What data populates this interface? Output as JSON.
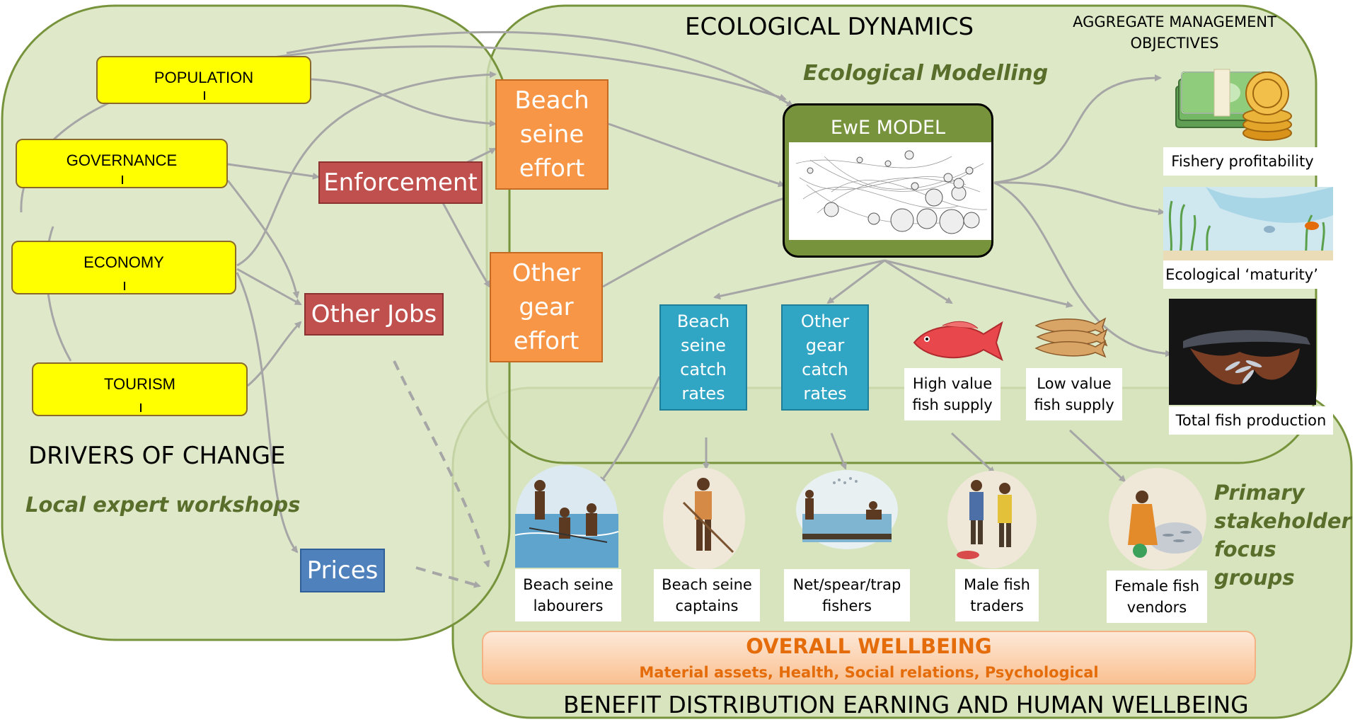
{
  "regions": {
    "drivers_title": "DRIVERS OF CHANGE",
    "drivers_subtitle": "Local expert workshops",
    "ecological_title": "ECOLOGICAL DYNAMICS",
    "ecological_subtitle": "Ecological Modelling",
    "benefit_title": "BENEFIT DISTRIBUTION EARNING AND HUMAN WELLBEING",
    "stakeholder_subtitle": "Primary stakeholder focus groups"
  },
  "drivers": [
    {
      "label": "POPULATION"
    },
    {
      "label": "GOVERNANCE"
    },
    {
      "label": "ECONOMY"
    },
    {
      "label": "TOURISM"
    }
  ],
  "mediators": {
    "enforcement": "Enforcement",
    "other_jobs": "Other Jobs",
    "prices": "Prices"
  },
  "efforts": {
    "beach_seine": "Beach seine effort",
    "other_gear": "Other gear effort"
  },
  "model": {
    "title": "EwE MODEL"
  },
  "aggregate": {
    "title": "AGGREGATE MANAGEMENT OBJECTIVES",
    "items": [
      {
        "label": "Fishery profitability"
      },
      {
        "label": "Ecological ‘maturity’"
      },
      {
        "label": "Total fish production"
      }
    ]
  },
  "catch_rates": {
    "beach_seine": "Beach seine catch rates",
    "other_gear": "Other gear catch rates"
  },
  "supply": {
    "high": "High value fish supply",
    "low": "Low value fish supply"
  },
  "stakeholders": [
    {
      "label": "Beach seine labourers"
    },
    {
      "label": "Beach seine captains"
    },
    {
      "label": "Net/spear/trap fishers"
    },
    {
      "label": "Male fish traders"
    },
    {
      "label": "Female fish vendors"
    }
  ],
  "wellbeing": {
    "title": "OVERALL WELLBEING",
    "subtitle": "Material assets, Health, Social relations, Psychological"
  },
  "colors": {
    "region_fill": "#d7e4bd",
    "region_border": "#77933c",
    "driver_yellow": "#ffff00",
    "red_box": "#c0504d",
    "orange_box": "#f79646",
    "teal_box": "#31a5c4",
    "blue_box": "#4f81bd",
    "model_green": "#77933c",
    "wellbeing_text": "#e46c0a"
  }
}
